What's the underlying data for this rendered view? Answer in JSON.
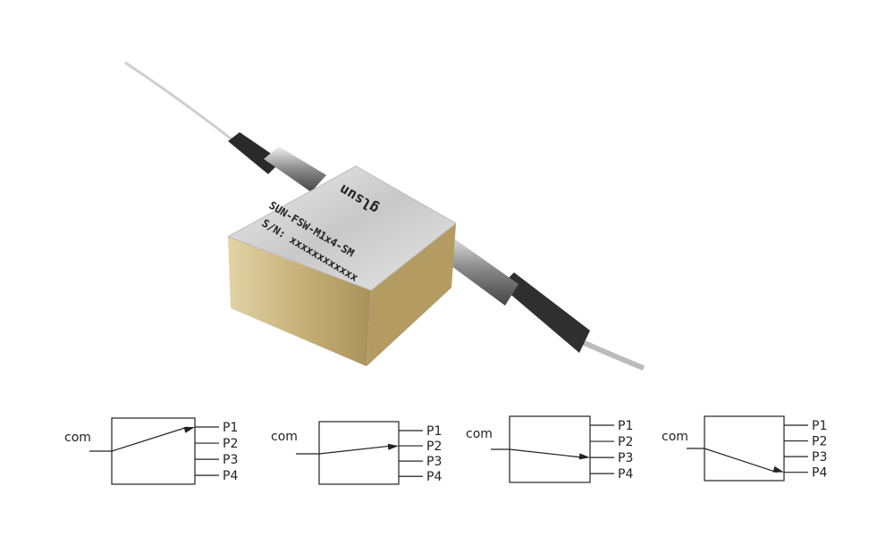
{
  "product": {
    "logo": "glsun",
    "model": "SUN-FSW-M1x4-SM",
    "serial": "S/N: xxxxxxxxxxxx"
  },
  "diagrams": [
    {
      "input": "com",
      "ports": [
        "P1",
        "P2",
        "P3",
        "P4"
      ],
      "active_port": "P1"
    },
    {
      "input": "com",
      "ports": [
        "P1",
        "P2",
        "P3",
        "P4"
      ],
      "active_port": "P2"
    },
    {
      "input": "com",
      "ports": [
        "P1",
        "P2",
        "P3",
        "P4"
      ],
      "active_port": "P3"
    },
    {
      "input": "com",
      "ports": [
        "P1",
        "P2",
        "P3",
        "P4"
      ],
      "active_port": "P4"
    }
  ],
  "colors": {
    "gold": "#c9b37a",
    "silver": "#d4d4d4",
    "boot": "#2a2a2a"
  }
}
